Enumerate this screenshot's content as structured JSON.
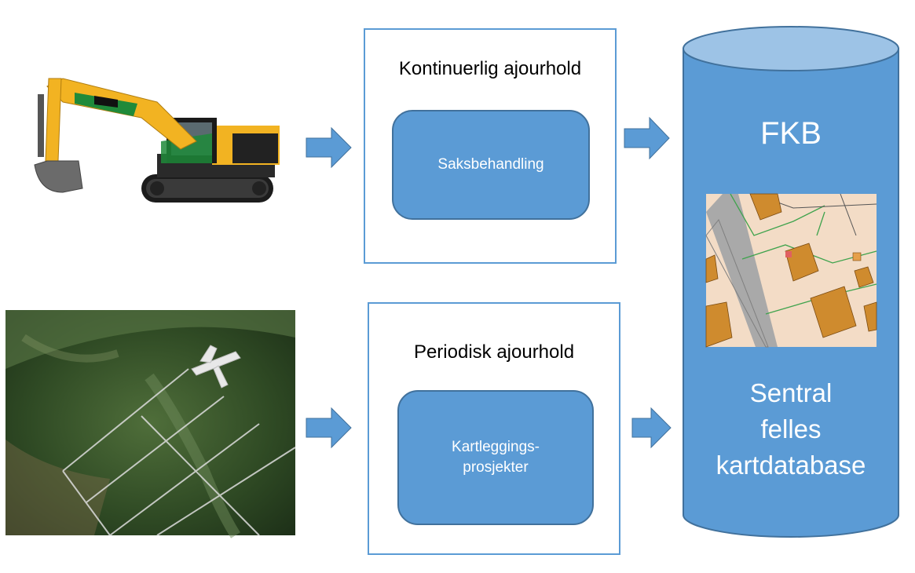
{
  "diagram": {
    "top_panel": {
      "title": "Kontinuerlig ajourhold",
      "process": "Saksbehandling"
    },
    "bottom_panel": {
      "title": "Periodisk  ajourhold",
      "process_line1": "Kartleggings-",
      "process_line2": "prosjekter"
    },
    "database": {
      "acronym": "FKB",
      "label_line1": "Sentral",
      "label_line2": "felles",
      "label_line3": "kartdatabase"
    },
    "images": {
      "top": "excavator-photo",
      "bottom": "aerial-survey-photo",
      "map": "fkb-map-excerpt"
    },
    "colors": {
      "accent": "#5b9bd5",
      "accent_light": "#9dc3e6",
      "accent_border": "#41719c",
      "excavator_yellow": "#f2b322",
      "map_background": "#f3dcc6",
      "building": "#cf8b2e"
    }
  }
}
